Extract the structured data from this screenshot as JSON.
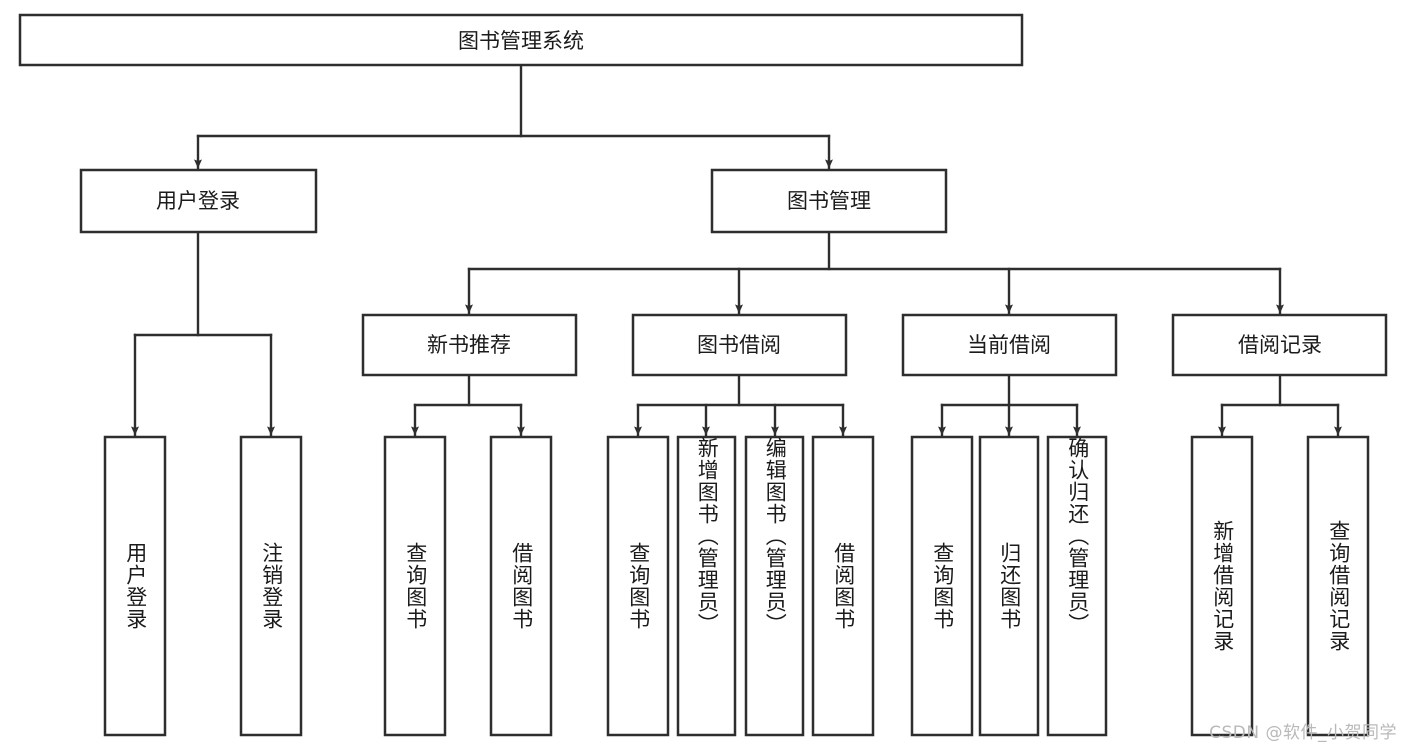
{
  "diagram": {
    "title": "图书管理系统",
    "type": "tree-hierarchy-chart",
    "watermark": "CSDN @软件_小贺同学",
    "colors": {
      "box_stroke": "#2e2e2e",
      "box_fill": "#ffffff",
      "connector": "#2e2e2e",
      "text": "#1b1b1b",
      "background": "#ffffff",
      "watermark": "#b9b9b9"
    },
    "root": {
      "label": "图书管理系统"
    },
    "level2": [
      {
        "label": "用户登录"
      },
      {
        "label": "图书管理"
      }
    ],
    "level3": [
      {
        "label": "新书推荐"
      },
      {
        "label": "图书借阅"
      },
      {
        "label": "当前借阅"
      },
      {
        "label": "借阅记录"
      }
    ],
    "leaves": {
      "user_login": [
        {
          "label": "用户登录"
        },
        {
          "label": "注销登录"
        }
      ],
      "new_book_recommend": [
        {
          "label": "查询图书"
        },
        {
          "label": "借阅图书"
        }
      ],
      "book_borrow": [
        {
          "label": "查询图书"
        },
        {
          "label": "新增图书（管理员）"
        },
        {
          "label": "编辑图书（管理员）"
        },
        {
          "label": "借阅图书"
        }
      ],
      "current_borrow": [
        {
          "label": "查询图书"
        },
        {
          "label": "归还图书"
        },
        {
          "label": "确认归还（管理员）"
        }
      ],
      "borrow_record": [
        {
          "label": "新增借阅记录"
        },
        {
          "label": "查询借阅记录"
        }
      ]
    }
  }
}
